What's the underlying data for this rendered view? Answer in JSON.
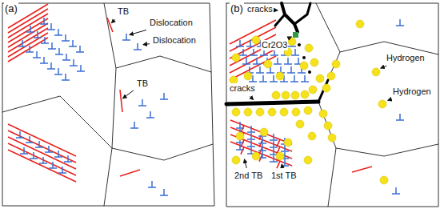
{
  "diagram": {
    "labels": [
      "(a)",
      "TB",
      "Dislocation",
      "Dislocation",
      "TB",
      "(b)",
      "cracks",
      "Cr2O3",
      "Hydrogen",
      "Hydrogen",
      "cracks",
      "2nd TB",
      "1st TB"
    ]
  }
}
